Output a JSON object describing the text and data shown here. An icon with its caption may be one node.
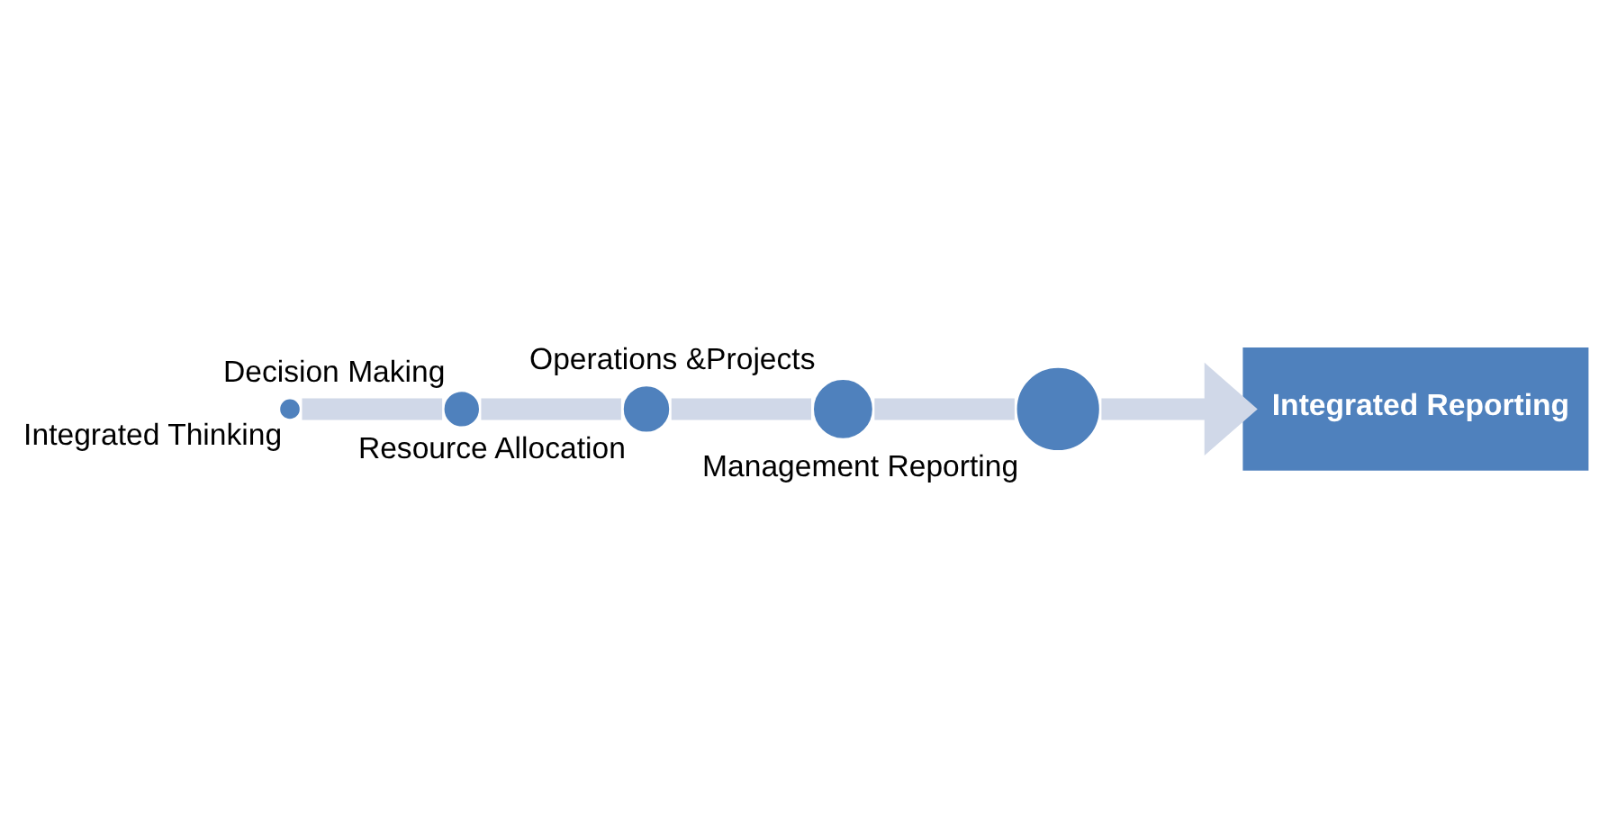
{
  "diagram": {
    "nodes": [
      {
        "text": [],
        "shape": "circle",
        "beside": [
          "Integrated Thinking"
        ]
      },
      {
        "text": [],
        "shape": "circle",
        "beside": [
          "Decision Making"
        ]
      },
      {
        "text": [],
        "shape": "circle",
        "beside": [
          "Resource Allocation"
        ]
      },
      {
        "text": [],
        "shape": "circle",
        "beside": [
          "Operations &Projects"
        ]
      },
      {
        "text": [],
        "shape": "circle",
        "beside": [
          "Management Reporting"
        ]
      },
      {
        "text": [
          "Integrated Reporting"
        ]
      }
    ],
    "edges": [
      {
        "from": 0,
        "to": 1,
        "arrow": "none"
      },
      {
        "from": 1,
        "to": 2,
        "arrow": "none"
      },
      {
        "from": 2,
        "to": 3,
        "arrow": "none"
      },
      {
        "from": 3,
        "to": 4,
        "arrow": "none"
      },
      {
        "from": 4,
        "to": 5,
        "arrow": "to"
      }
    ]
  }
}
